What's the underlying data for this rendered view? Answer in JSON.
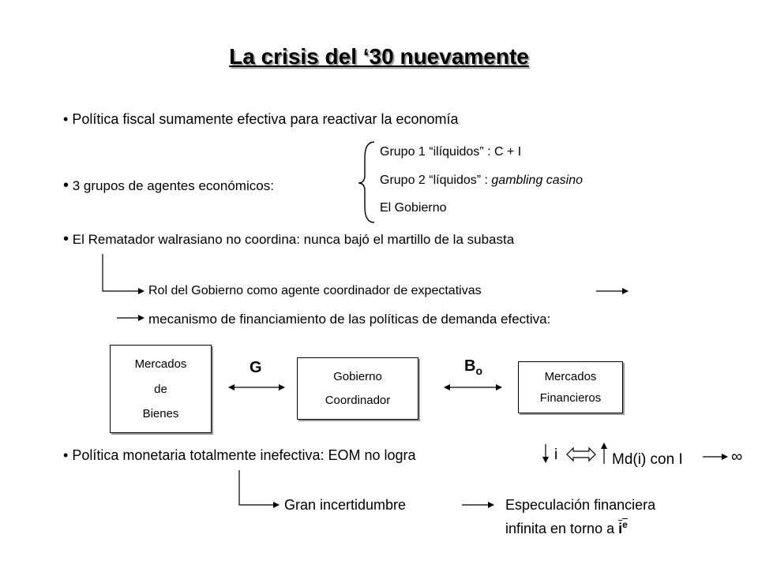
{
  "title": "La crisis del ‘30 nuevamente",
  "bullet_symbol": "•",
  "bullets": {
    "fiscal": "Política fiscal sumamente efectiva para reactivar la economía",
    "groups": "3 grupos de agentes económicos:",
    "rematador": "El Rematador walrasiano no coordina: nunca bajó el martillo de la subasta",
    "monetaria": "Política monetaria totalmente inefectiva: EOM no logra"
  },
  "groups": {
    "g1": "Grupo 1 “ilíquidos” : C + I",
    "g2_prefix": "Grupo 2 “líquidos” : ",
    "g2_italic": "gambling casino",
    "g3": "El Gobierno"
  },
  "rol": "Rol del Gobierno como agente coordinador de expectativas",
  "mecanismo": "mecanismo de financiamiento de las políticas de demanda efectiva:",
  "boxes": {
    "bienes": [
      "Mercados",
      "de",
      "Bienes"
    ],
    "gobierno": [
      "Gobierno",
      "Coordinador"
    ],
    "financieros": [
      "Mercados",
      "Financieros"
    ]
  },
  "flow_labels": {
    "g": "G",
    "b_main": "B",
    "b_sub": "o"
  },
  "monetary_chain": {
    "i": "i",
    "md": "Md(i) con I",
    "infinity": "∞"
  },
  "bottom": {
    "incertidumbre": "Gran incertidumbre",
    "especulacion_1": "Especulación financiera",
    "especulacion_2": "infinita en torno a",
    "ie_base": "i",
    "ie_sup": "e"
  }
}
